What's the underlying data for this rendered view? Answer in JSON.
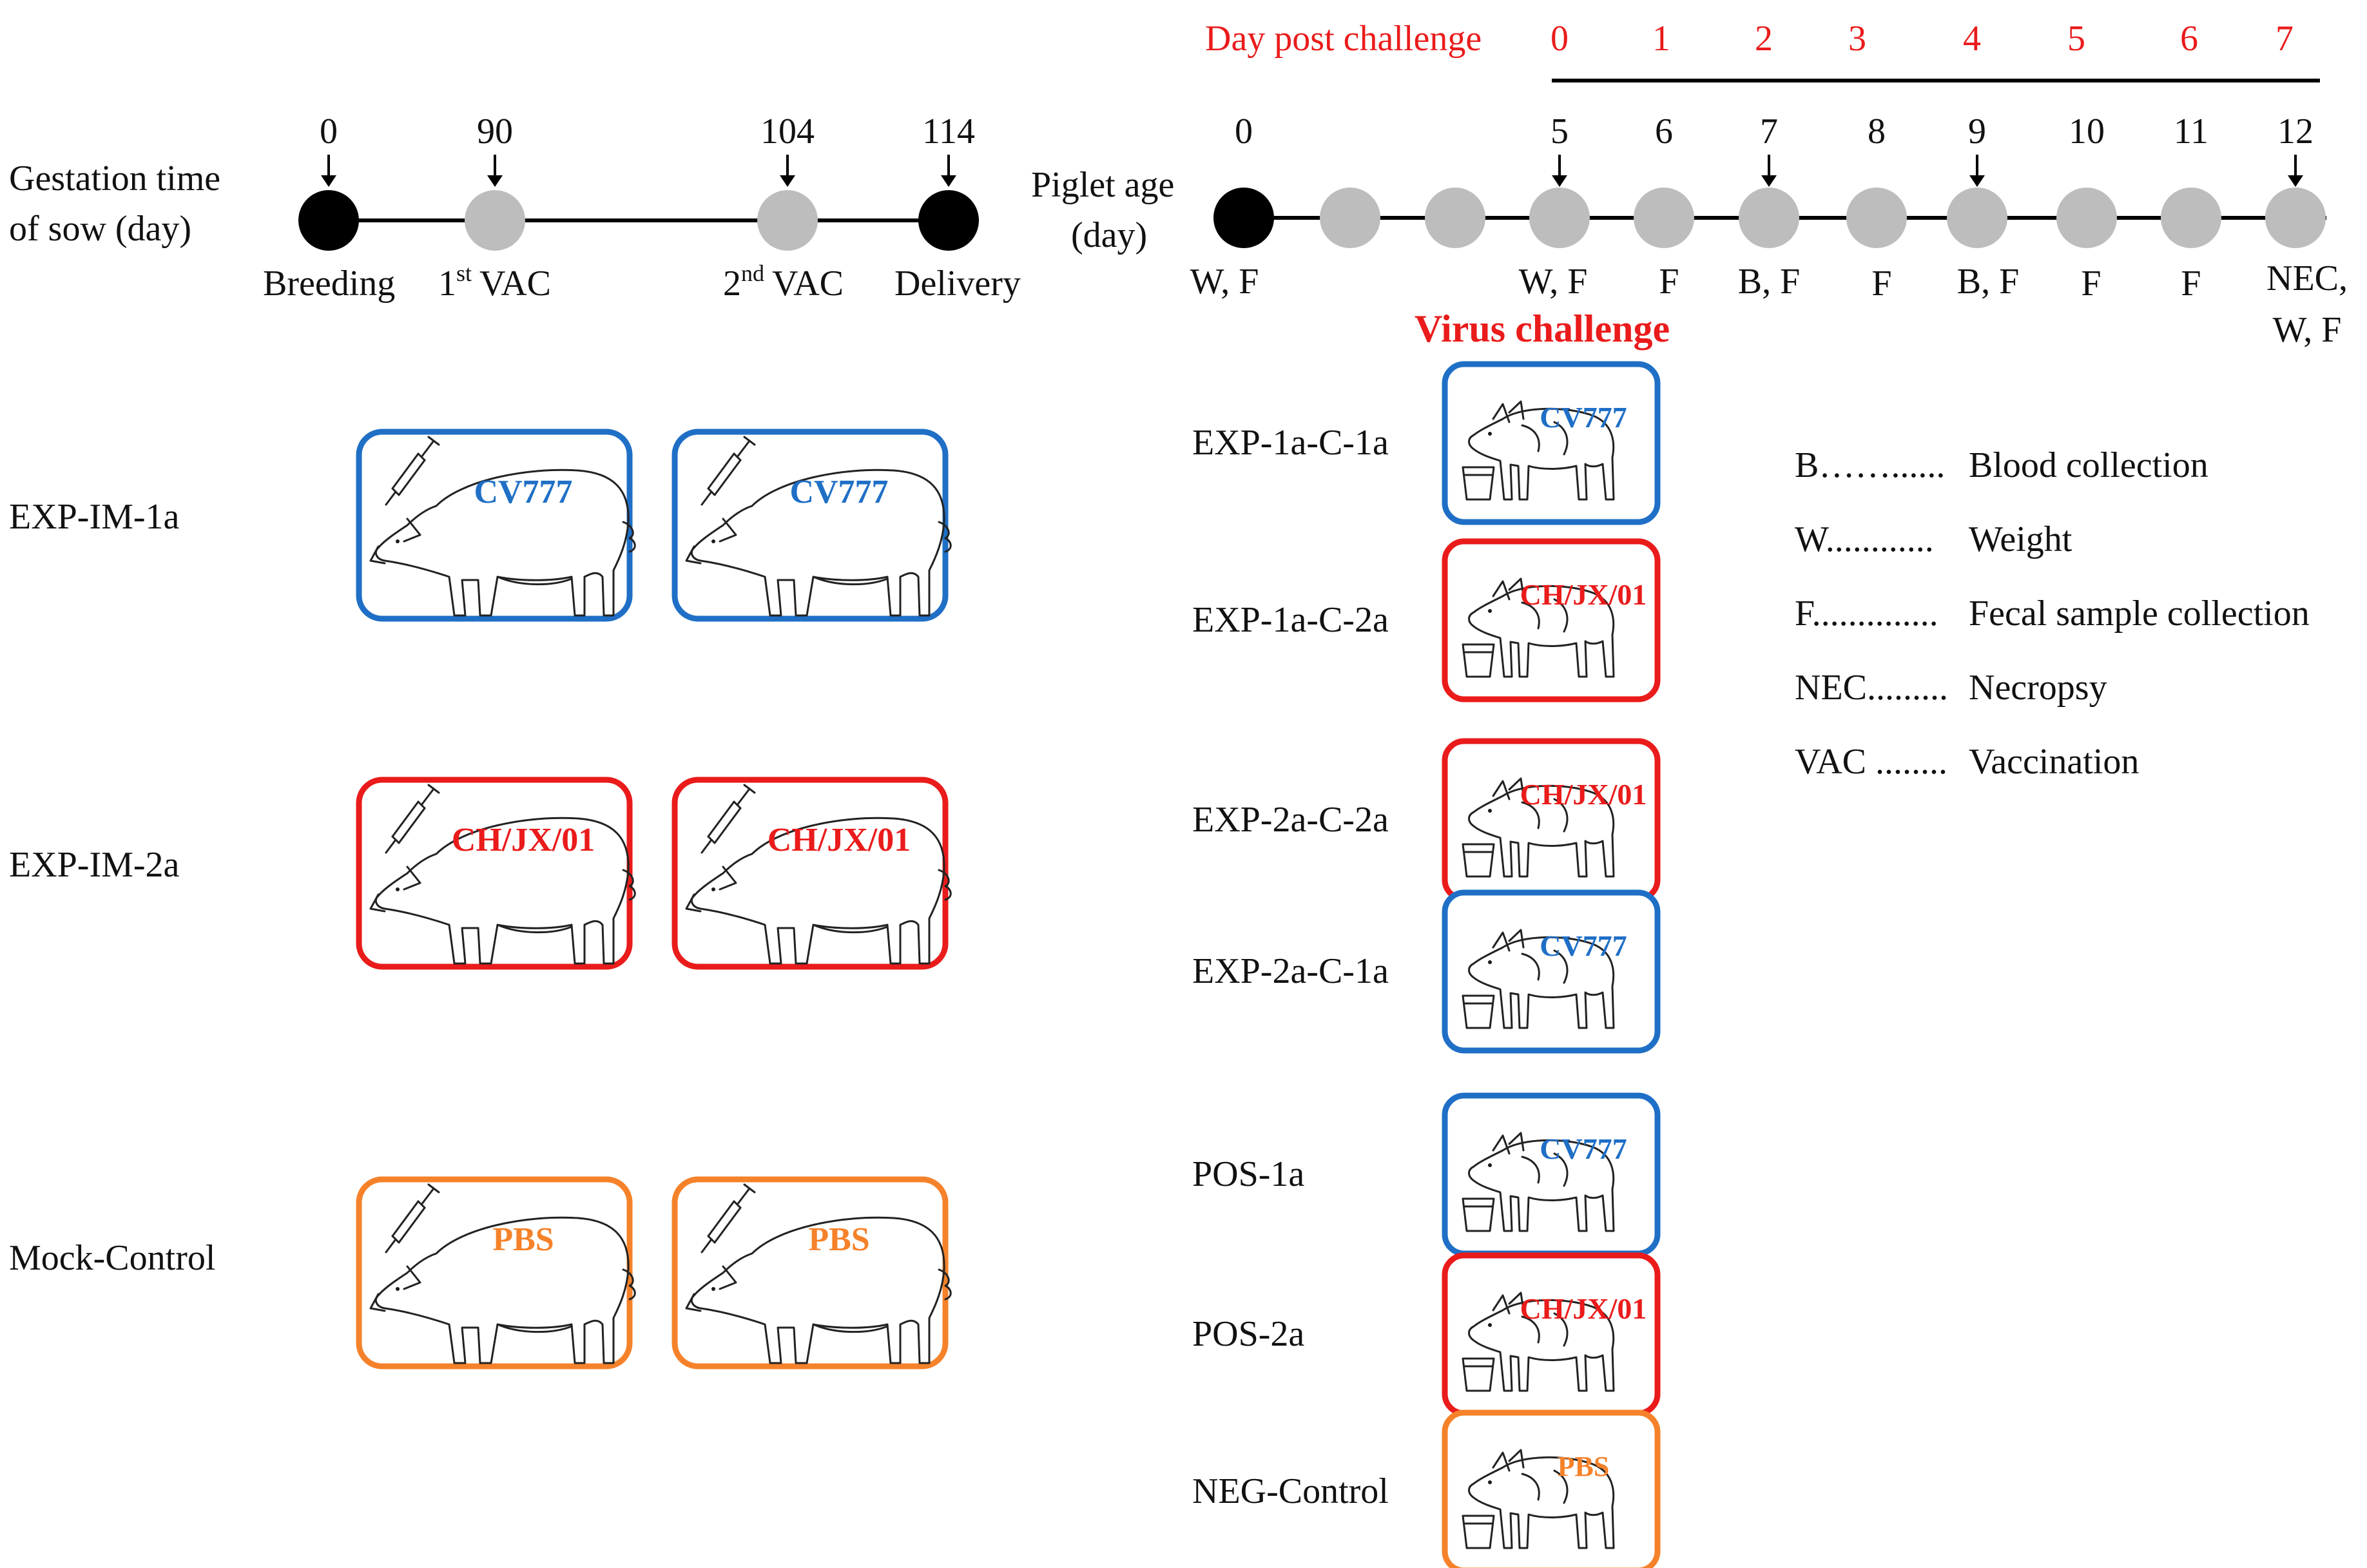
{
  "colors": {
    "cv777": "#1f6fc6",
    "chjx": "#ea1b1b",
    "pbs": "#f5822a",
    "dpc": "#ea1b1b",
    "dark_node": "#000000",
    "grey_node": "#bdbdbd"
  },
  "sow_timeline": {
    "label_line1": "Gestation time",
    "label_line2": "of sow (day)",
    "ticks": [
      "0",
      "90",
      "104",
      "114"
    ],
    "events": [
      "Breeding",
      "1",
      "VAC",
      "2",
      "VAC",
      "Delivery"
    ],
    "event_sup": [
      "st",
      "nd"
    ]
  },
  "day_post_challenge": {
    "label": "Day post challenge",
    "values": [
      "0",
      "1",
      "2",
      "3",
      "4",
      "5",
      "6",
      "7"
    ]
  },
  "piglet_timeline": {
    "label_line1": "Piglet age",
    "label_line2": "(day)",
    "ticks": [
      "0",
      "5",
      "6",
      "7",
      "8",
      "9",
      "10",
      "11",
      "12"
    ],
    "samples": [
      "W, F",
      "W, F",
      "F",
      "B, F",
      "F",
      "B, F",
      "F",
      "F",
      "NEC,",
      "W, F"
    ],
    "virus_challenge": "Virus challenge"
  },
  "sow_groups": [
    {
      "name": "EXP-IM-1a",
      "virus": "CV777",
      "color_key": "cv777"
    },
    {
      "name": "EXP-IM-2a",
      "virus": "CH/JX/01",
      "color_key": "chjx"
    },
    {
      "name": "Mock-Control",
      "virus": "PBS",
      "color_key": "pbs"
    }
  ],
  "piglet_groups": [
    {
      "name": "EXP-1a-C-1a",
      "virus": "CV777"
    },
    {
      "name": "EXP-1a-C-2a",
      "virus": "CH/JX/01"
    },
    {
      "name": "EXP-2a-C-2a",
      "virus": "CH/JX/01"
    },
    {
      "name": "EXP-2a-C-1a",
      "virus": "CV777"
    },
    {
      "name": "POS-1a",
      "virus": "CV777"
    },
    {
      "name": "POS-2a",
      "virus": "CH/JX/01"
    },
    {
      "name": "NEG-Control",
      "virus": "PBS"
    }
  ],
  "legend": [
    {
      "key": "B",
      "dots": "……......",
      "desc": "Blood collection"
    },
    {
      "key": "W",
      "dots": "............",
      "desc": "Weight"
    },
    {
      "key": "F",
      "dots": "..............",
      "desc": "Fecal sample collection"
    },
    {
      "key": "NEC",
      "dots": ".........",
      "desc": "Necropsy"
    },
    {
      "key": "VAC",
      "dots": " ........",
      "desc": "Vaccination"
    }
  ]
}
